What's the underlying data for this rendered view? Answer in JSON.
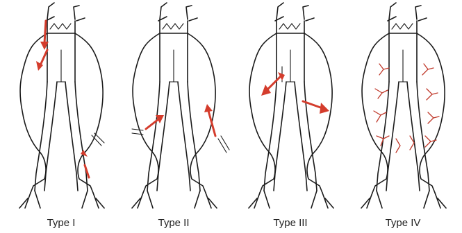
{
  "panels": [
    {
      "label": "Type I"
    },
    {
      "label": "Type II"
    },
    {
      "label": "Type III"
    },
    {
      "label": "Type IV"
    }
  ],
  "colors": {
    "arrow": "#d43c2c",
    "line": "#1a1a1a",
    "background": "#ffffff"
  }
}
